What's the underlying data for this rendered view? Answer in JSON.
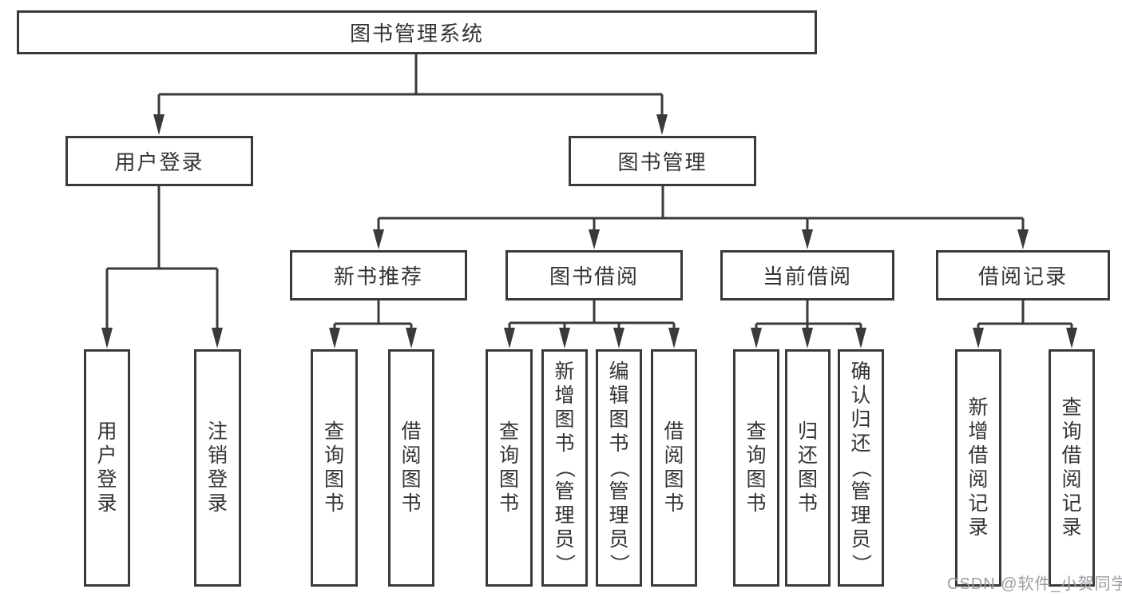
{
  "diagram": {
    "title": "图书管理系统",
    "branches": [
      {
        "label": "用户登录",
        "children": [
          {
            "label": "用户登录"
          },
          {
            "label": "注销登录"
          }
        ]
      },
      {
        "label": "图书管理",
        "sections": [
          {
            "label": "新书推荐",
            "children": [
              {
                "label": "查询图书"
              },
              {
                "label": "借阅图书"
              }
            ]
          },
          {
            "label": "图书借阅",
            "children": [
              {
                "label": "查询图书"
              },
              {
                "label": "新增图书（管理员）"
              },
              {
                "label": "编辑图书（管理员）"
              },
              {
                "label": "借阅图书"
              }
            ]
          },
          {
            "label": "当前借阅",
            "children": [
              {
                "label": "查询图书"
              },
              {
                "label": "归还图书"
              },
              {
                "label": "确认归还（管理员）"
              }
            ]
          },
          {
            "label": "借阅记录",
            "children": [
              {
                "label": "新增借阅记录"
              },
              {
                "label": "查询借阅记录"
              }
            ]
          }
        ]
      }
    ]
  },
  "watermark": {
    "text": "CSDN @软件_小贺同学"
  },
  "colors": {
    "line": "#3a3a3a",
    "box_border": "#3a3a3a",
    "text": "#333333",
    "watermark": "#9b9ba2",
    "background": "#ffffff"
  }
}
